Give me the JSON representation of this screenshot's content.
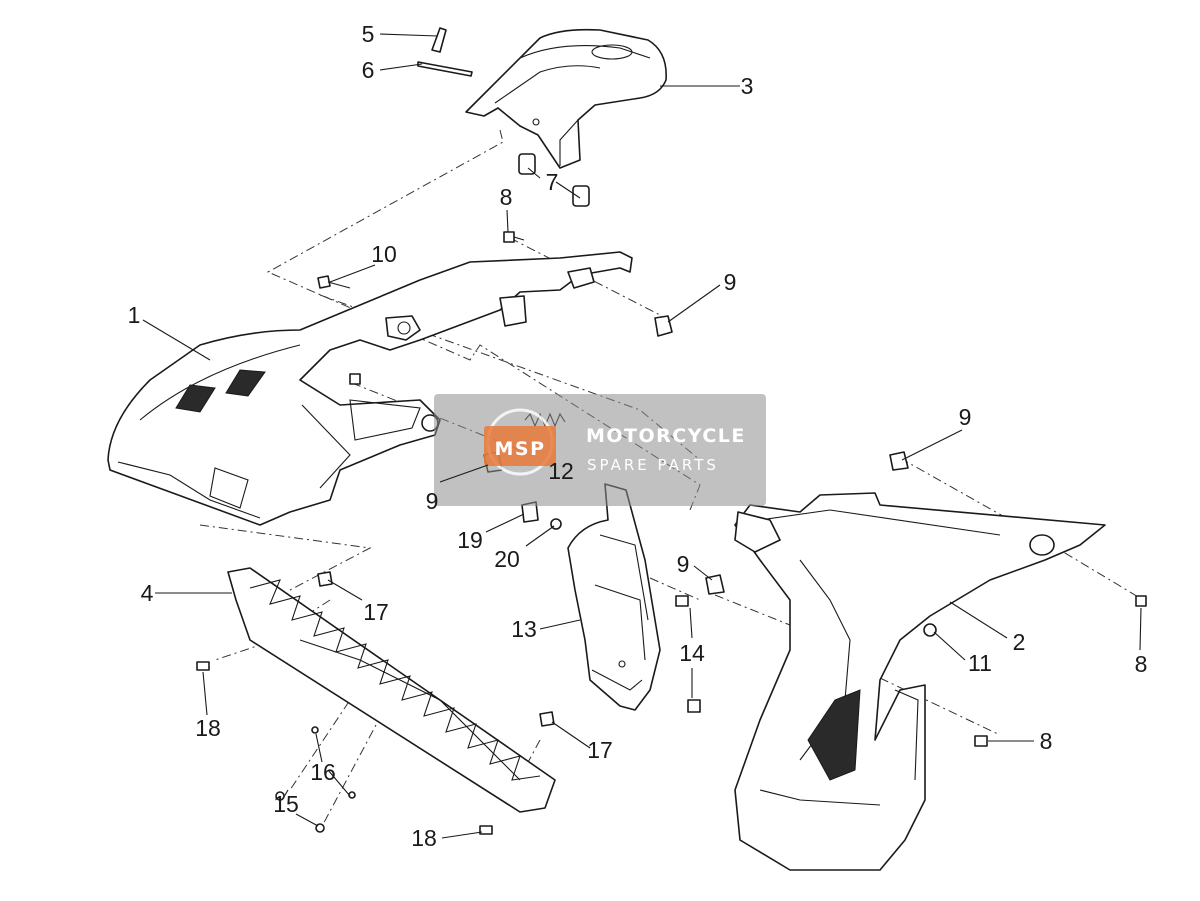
{
  "watermark": {
    "logo_text": "MSP",
    "line1": "MOTORCYCLE",
    "line2": "SPARE PARTS",
    "colors": {
      "panel": "#8e8e8e",
      "logo": "#e8793a",
      "text": "#ffffff"
    }
  },
  "callouts": [
    {
      "id": "c5",
      "label": "5"
    },
    {
      "id": "c6",
      "label": "6"
    },
    {
      "id": "c3",
      "label": "3"
    },
    {
      "id": "c7",
      "label": "7"
    },
    {
      "id": "c8a",
      "label": "8"
    },
    {
      "id": "c10",
      "label": "10"
    },
    {
      "id": "c9a",
      "label": "9"
    },
    {
      "id": "c1",
      "label": "1"
    },
    {
      "id": "c9b",
      "label": "9"
    },
    {
      "id": "c12",
      "label": "12"
    },
    {
      "id": "c9c",
      "label": "9"
    },
    {
      "id": "c19",
      "label": "19"
    },
    {
      "id": "c20",
      "label": "20"
    },
    {
      "id": "c9d",
      "label": "9"
    },
    {
      "id": "c4",
      "label": "4"
    },
    {
      "id": "c17a",
      "label": "17"
    },
    {
      "id": "c13",
      "label": "13"
    },
    {
      "id": "c14",
      "label": "14"
    },
    {
      "id": "c2",
      "label": "2"
    },
    {
      "id": "c11",
      "label": "11"
    },
    {
      "id": "c8b",
      "label": "8"
    },
    {
      "id": "c18a",
      "label": "18"
    },
    {
      "id": "c17b",
      "label": "17"
    },
    {
      "id": "c16",
      "label": "16"
    },
    {
      "id": "c15",
      "label": "15"
    },
    {
      "id": "c8c",
      "label": "8"
    },
    {
      "id": "c18b",
      "label": "18"
    }
  ]
}
